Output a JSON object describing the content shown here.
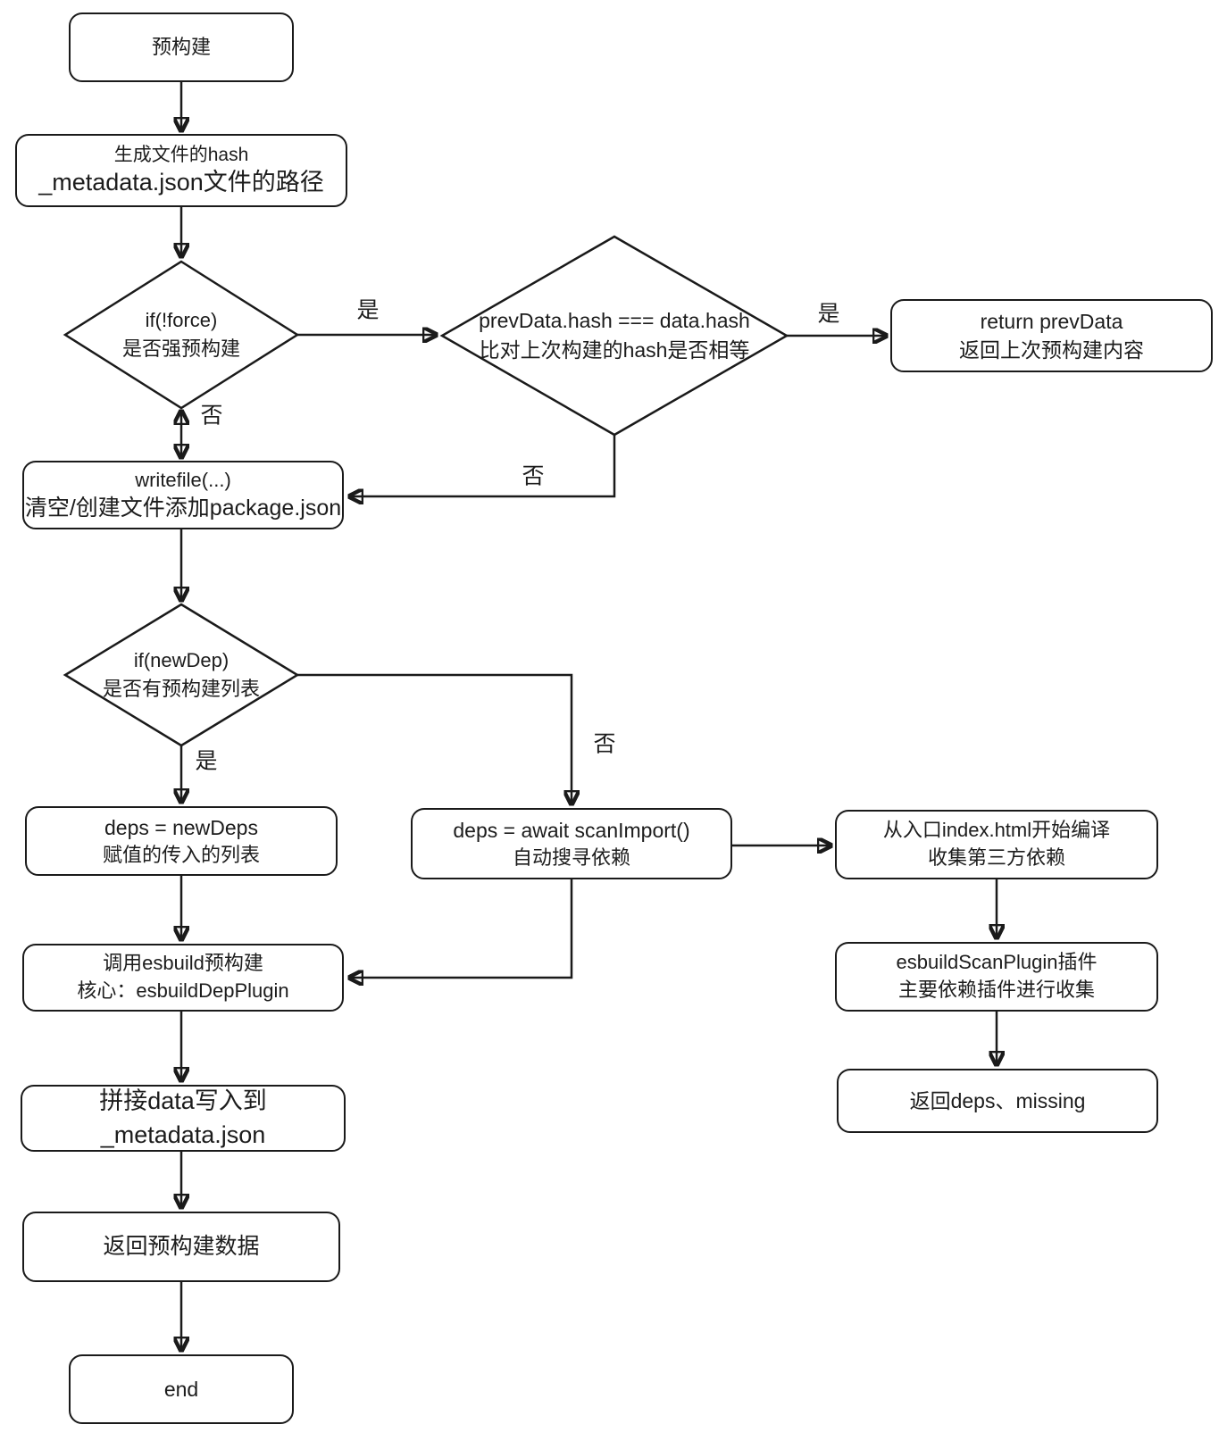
{
  "diagram": {
    "title_hint": "预构建流程图 (pre-bundle flowchart)",
    "colors": {
      "stroke": "#1a1a1a",
      "background": "#ffffff",
      "text": "#1c1c1c"
    },
    "nodes": {
      "start": {
        "label": "预构建"
      },
      "gen_hash": {
        "line1": "生成文件的hash",
        "line2": "_metadata.json文件的路径"
      },
      "check_force": {
        "line1": "if(!force)",
        "line2": "是否强预构建"
      },
      "check_hash": {
        "line1": "prevData.hash === data.hash",
        "line2": "比对上次构建的hash是否相等"
      },
      "return_prev": {
        "line1": "return prevData",
        "line2": "返回上次预构建内容"
      },
      "writefile": {
        "line1": "writefile(...)",
        "line2": "清空/创建文件添加package.json"
      },
      "check_newdep": {
        "line1": "if(newDep)",
        "line2": "是否有预构建列表"
      },
      "deps_newdeps": {
        "line1": "deps = newDeps",
        "line2": "赋值的传入的列表"
      },
      "deps_scan": {
        "line1": "deps = await scanImport()",
        "line2": "自动搜寻依赖"
      },
      "entry_compile": {
        "line1": "从入口index.html开始编译",
        "line2": "收集第三方依赖"
      },
      "call_esbuild": {
        "line1": "调用esbuild预构建",
        "line2": "核心：esbuildDepPlugin"
      },
      "scan_plugin": {
        "line1": "esbuildScanPlugin插件",
        "line2": "主要依赖插件进行收集"
      },
      "write_metadata": {
        "label": "拼接data写入到_metadata.json"
      },
      "return_deps": {
        "label": "返回deps、missing"
      },
      "return_data": {
        "label": "返回预构建数据"
      },
      "end": {
        "label": "end"
      }
    },
    "edge_labels": {
      "force_yes": "是",
      "force_no": "否",
      "hash_yes": "是",
      "hash_no": "否",
      "newdep_yes": "是",
      "newdep_no": "否"
    }
  }
}
